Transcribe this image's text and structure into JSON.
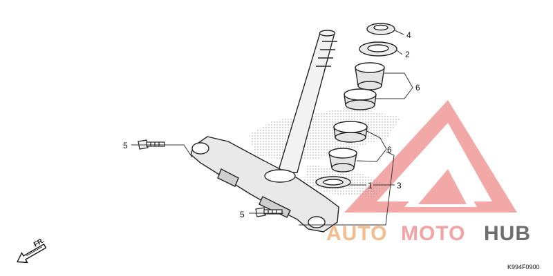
{
  "diagram": {
    "callouts": [
      {
        "id": "4",
        "label": "4"
      },
      {
        "id": "2",
        "label": "2"
      },
      {
        "id": "6a",
        "label": "6"
      },
      {
        "id": "6b",
        "label": "6"
      },
      {
        "id": "5a",
        "label": "5"
      },
      {
        "id": "5b",
        "label": "5"
      },
      {
        "id": "1",
        "label": "1"
      },
      {
        "id": "3",
        "label": "3"
      }
    ],
    "direction_label": "FR.",
    "figure_code": "K994F0900"
  },
  "watermark": {
    "auto": "AUTO",
    "moto": "MOTO",
    "hub": "HUB",
    "colors": {
      "auto": "#f2bc8c",
      "moto": "#f3a3a3",
      "hub": "#6e6e6e",
      "logo": "#ef8f8f"
    }
  }
}
